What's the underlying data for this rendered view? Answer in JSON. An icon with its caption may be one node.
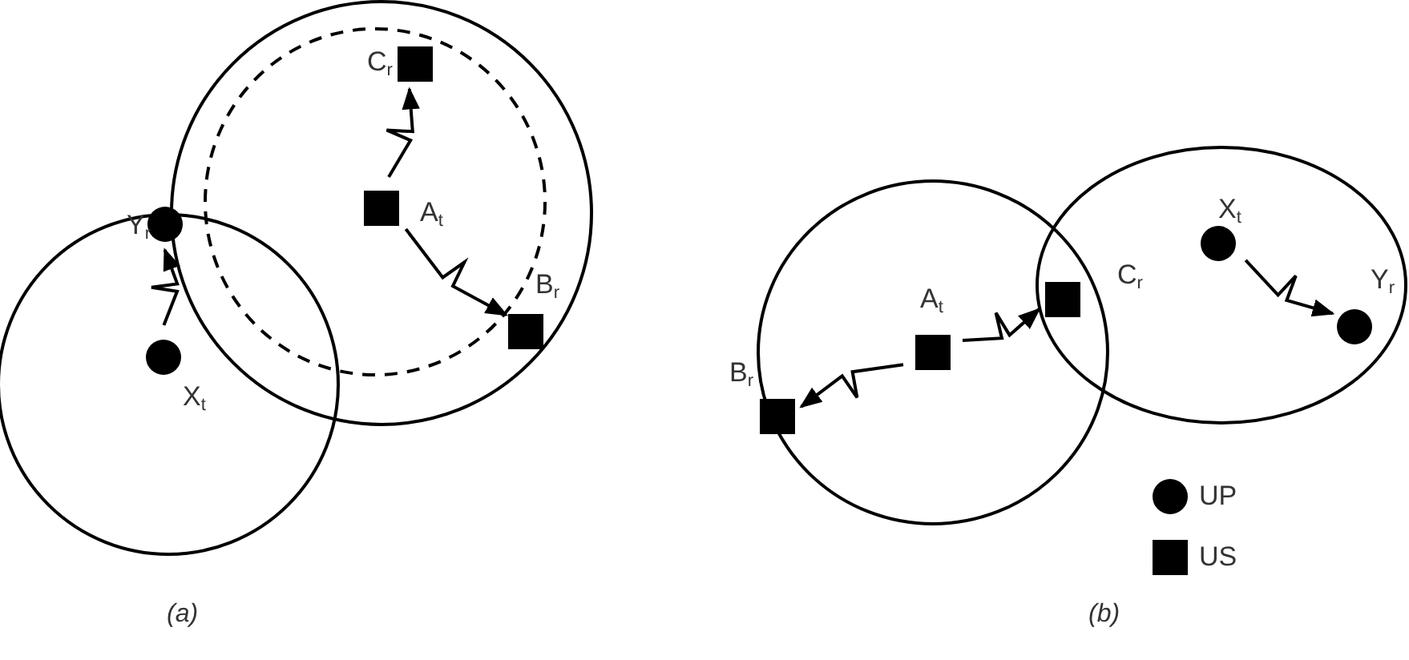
{
  "diagram": {
    "nodes": [
      {
        "text": [],
        "shape": "box",
        "beside": [
          "C$_{r}$"
        ]
      },
      {
        "text": [],
        "shape": "box",
        "beside": [
          "A$_{t}$"
        ]
      },
      {
        "text": [],
        "shape": "circle",
        "beside": [
          "Y$_{r}$"
        ]
      },
      {
        "text": [],
        "shape": "box",
        "beside": [
          "B$_{r}$"
        ]
      },
      {
        "text": [],
        "shape": "circle",
        "beside": [
          "X$_{t}$"
        ]
      },
      {
        "text": [],
        "shape": "circle",
        "beside": [
          "X$_{t}$"
        ]
      },
      {
        "text": [],
        "shape": "box",
        "beside": [
          "C$_{r}$"
        ]
      },
      {
        "text": [],
        "shape": "circle",
        "beside": [
          "Y$_{r}$"
        ]
      },
      {
        "text": [],
        "shape": "box",
        "beside": [
          "A$_{t}$"
        ]
      },
      {
        "text": [],
        "shape": "box",
        "beside": [
          "B$_{r}$"
        ]
      }
    ],
    "edges": [
      {
        "from": 1,
        "to": 0,
        "arrow": "to"
      },
      {
        "from": 1,
        "to": 3,
        "arrow": "to"
      },
      {
        "from": 4,
        "to": 2,
        "arrow": "to"
      },
      {
        "from": 5,
        "to": 7,
        "arrow": "to"
      },
      {
        "from": 8,
        "to": 6,
        "arrow": "to"
      },
      {
        "from": 8,
        "to": 9,
        "arrow": "to"
      }
    ],
    "labels": [
      "(a)",
      "(b)"
    ],
    "legend": [
      {
        "text": "UP"
      },
      {
        "text": "US"
      }
    ]
  }
}
